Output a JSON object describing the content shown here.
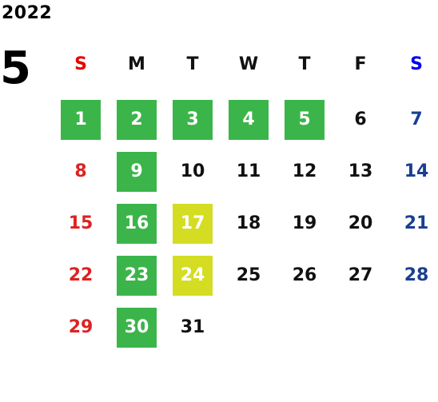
{
  "calendar": {
    "year": "2022",
    "month": "5",
    "weekdays": [
      "S",
      "M",
      "T",
      "W",
      "T",
      "F",
      "S"
    ],
    "colors": {
      "green_highlight": "#3bb54a",
      "lime_highlight": "#d4dd21",
      "sunday_red": "#dd2222",
      "saturday_blue": "#1a3f8f"
    },
    "weeks": [
      [
        {
          "day": "1",
          "highlight": "green"
        },
        {
          "day": "2",
          "highlight": "green"
        },
        {
          "day": "3",
          "highlight": "green"
        },
        {
          "day": "4",
          "highlight": "green"
        },
        {
          "day": "5",
          "highlight": "green"
        },
        {
          "day": "6",
          "highlight": ""
        },
        {
          "day": "7",
          "highlight": ""
        }
      ],
      [
        {
          "day": "8",
          "highlight": ""
        },
        {
          "day": "9",
          "highlight": "green"
        },
        {
          "day": "10",
          "highlight": ""
        },
        {
          "day": "11",
          "highlight": ""
        },
        {
          "day": "12",
          "highlight": ""
        },
        {
          "day": "13",
          "highlight": ""
        },
        {
          "day": "14",
          "highlight": ""
        }
      ],
      [
        {
          "day": "15",
          "highlight": ""
        },
        {
          "day": "16",
          "highlight": "green"
        },
        {
          "day": "17",
          "highlight": "lime"
        },
        {
          "day": "18",
          "highlight": ""
        },
        {
          "day": "19",
          "highlight": ""
        },
        {
          "day": "20",
          "highlight": ""
        },
        {
          "day": "21",
          "highlight": ""
        }
      ],
      [
        {
          "day": "22",
          "highlight": ""
        },
        {
          "day": "23",
          "highlight": "green"
        },
        {
          "day": "24",
          "highlight": "lime"
        },
        {
          "day": "25",
          "highlight": ""
        },
        {
          "day": "26",
          "highlight": ""
        },
        {
          "day": "27",
          "highlight": ""
        },
        {
          "day": "28",
          "highlight": ""
        }
      ],
      [
        {
          "day": "29",
          "highlight": ""
        },
        {
          "day": "30",
          "highlight": "green"
        },
        {
          "day": "31",
          "highlight": ""
        }
      ]
    ]
  }
}
